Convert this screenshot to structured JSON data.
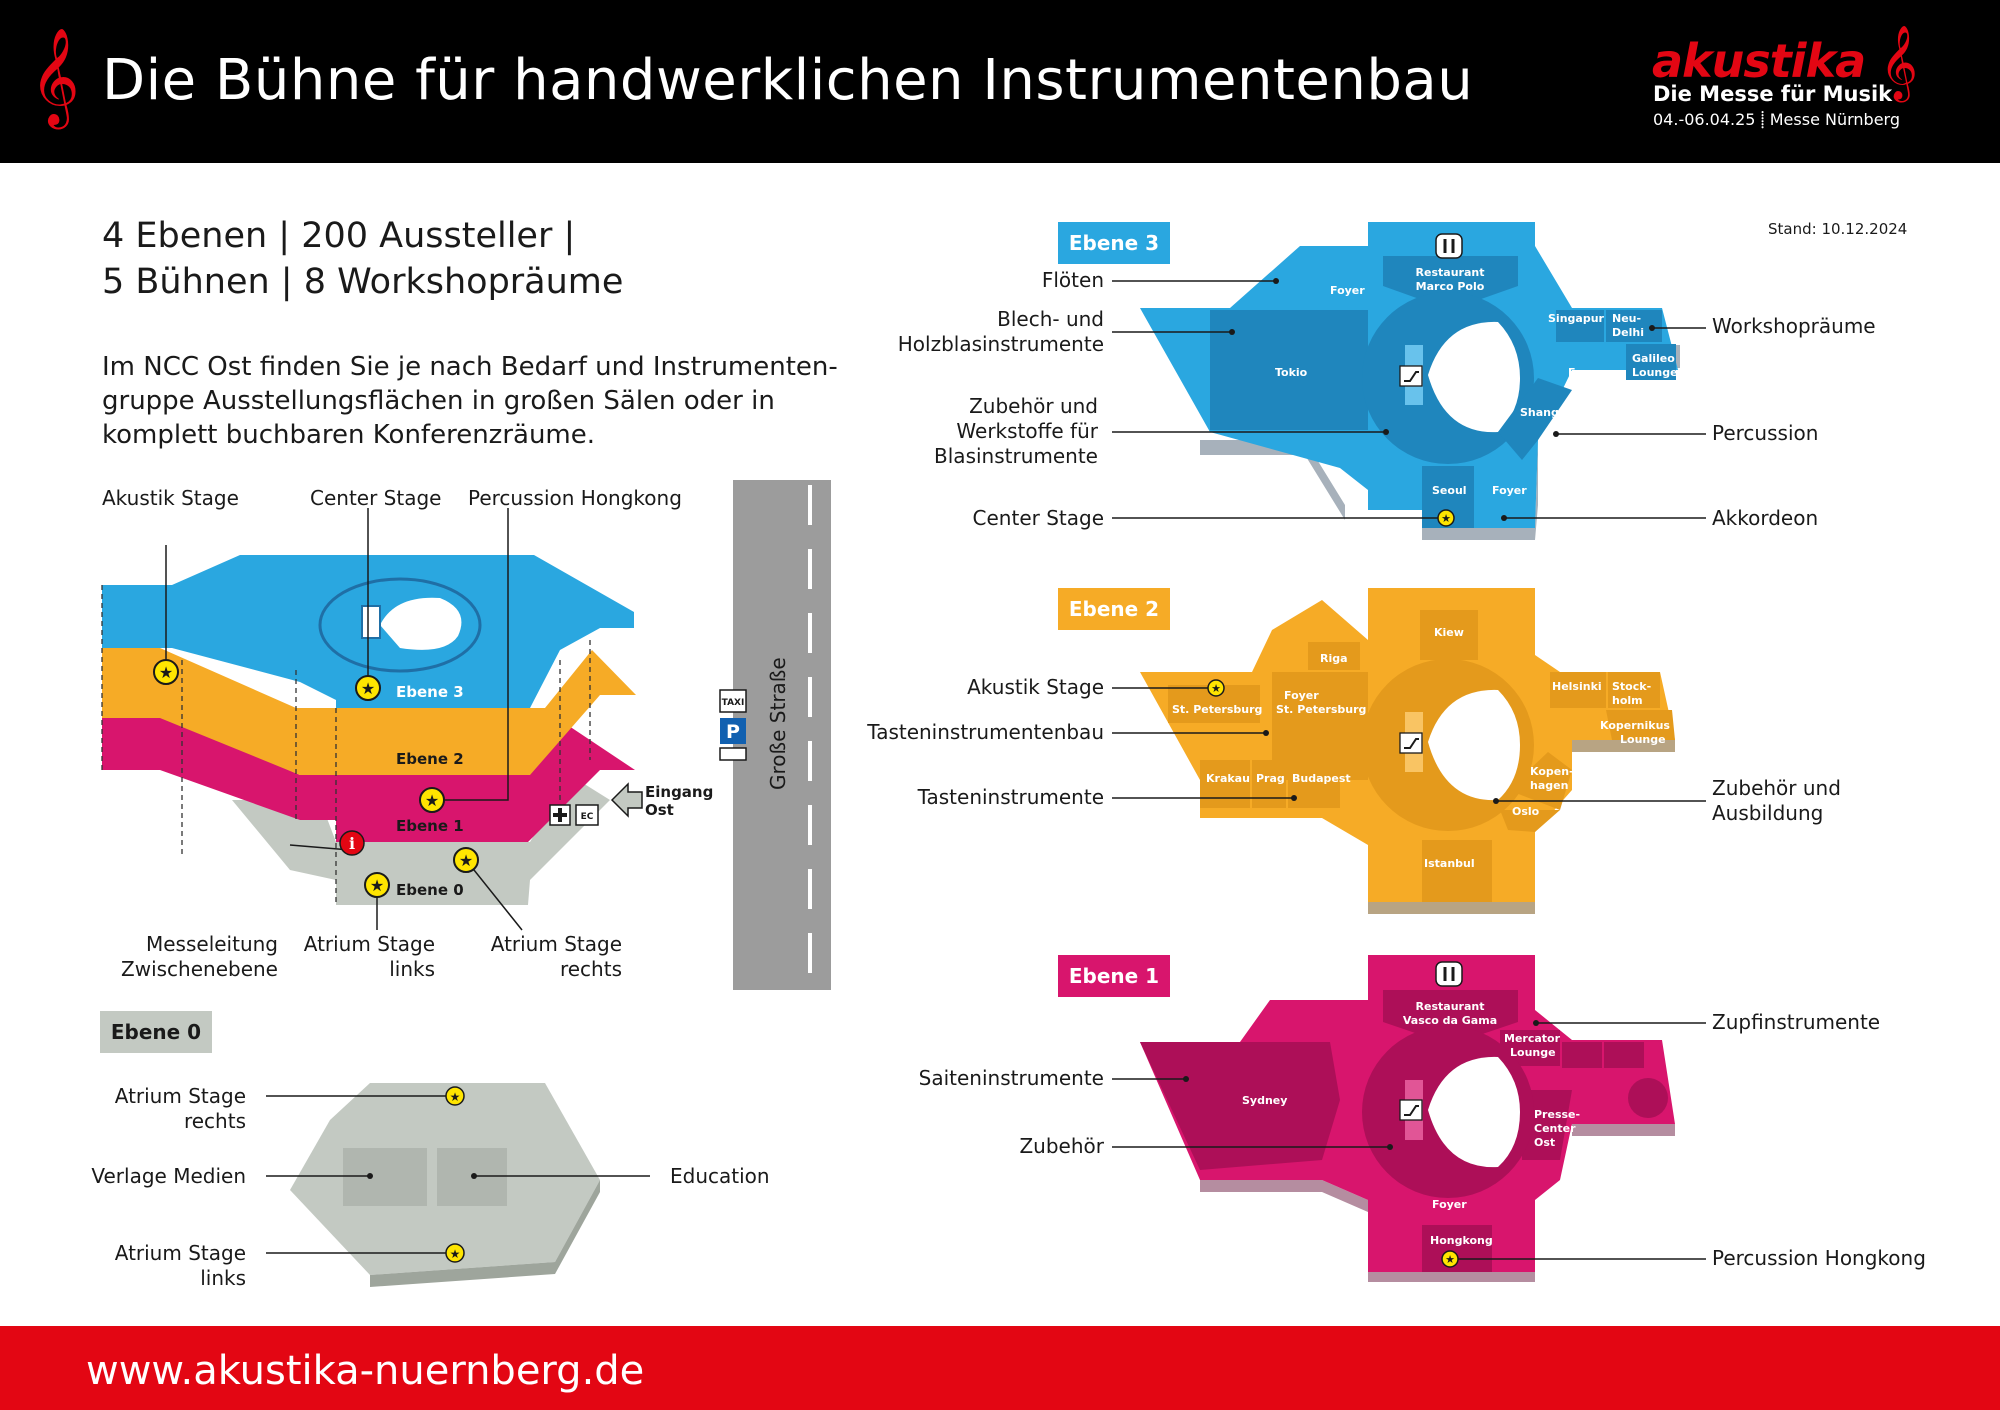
{
  "header": {
    "title": "Die Bühne für handwerklichen Instrumentenbau",
    "logo_word": "akustika",
    "logo_subtitle": "Die Messe für Musik",
    "logo_date": "04.-06.04.25 ⸽ Messe Nürnberg",
    "clef_icon": "treble-clef-icon"
  },
  "intro": {
    "stats_line1": "4 Ebenen | 200 Aussteller |",
    "stats_line2": "5 Bühnen | 8 Workshopräume",
    "text_line1": "Im NCC Ost finden Sie je nach Bedarf und Instrumenten-",
    "text_line2": "gruppe Ausstellungsflächen in großen Sälen oder in",
    "text_line3": "komplett buchbaren Konferenzräume."
  },
  "overview": {
    "callouts_top": [
      "Akustik Stage",
      "Center Stage",
      "Percussion Hongkong"
    ],
    "callouts_bottom": [
      {
        "line1": "Messeleitung",
        "line2": "Zwischenebene"
      },
      {
        "line1": "Atrium Stage",
        "line2": "links"
      },
      {
        "line1": "Atrium Stage",
        "line2": "rechts"
      }
    ],
    "level_labels": [
      "Ebene 3",
      "Ebene 2",
      "Ebene 1",
      "Ebene 0"
    ],
    "entrance_line1": "Eingang",
    "entrance_line2": "Ost",
    "ec_label": "EC",
    "street": "Große Straße",
    "taxi_label": "TAXI",
    "parking_label": "P",
    "colors": {
      "ebene3": "#2aa7e0",
      "ebene2": "#f6ab26",
      "ebene1": "#d8156d",
      "ebene0": "#c3c9c2"
    }
  },
  "ebene0": {
    "badge": "Ebene 0",
    "left_labels": [
      {
        "line1": "Atrium Stage",
        "line2": "rechts"
      },
      {
        "line1": "Verlage Medien",
        "line2": ""
      },
      {
        "line1": "Atrium Stage",
        "line2": "links"
      }
    ],
    "right_label": "Education"
  },
  "stand": "Stand: 10.12.2024",
  "ebene3": {
    "badge": "Ebene 3",
    "left_labels": [
      {
        "line1": "Flöten",
        "line2": "",
        "line3": ""
      },
      {
        "line1": "Blech- und",
        "line2": "Holzblasinstrumente",
        "line3": ""
      },
      {
        "line1": "Zubehör und",
        "line2": "Werkstoffe für",
        "line3": "Blasinstrumente"
      },
      {
        "line1": "Center Stage",
        "line2": "",
        "line3": ""
      }
    ],
    "right_labels": [
      "Workshopräume",
      "Percussion",
      "Akkordeon"
    ],
    "rooms": {
      "foyer_top": "Foyer",
      "restaurant1": "Restaurant",
      "restaurant2": "Marco Polo",
      "tokio": "Tokio",
      "singapur": "Singapur",
      "neu1": "Neu-",
      "neu2": "Delhi",
      "foyer_right": "Foyer",
      "galileo1": "Galileo",
      "galileo2": "Lounge",
      "shanghai": "Shanghai",
      "seoul": "Seoul",
      "foyer_bottom": "Foyer"
    }
  },
  "ebene2": {
    "badge": "Ebene 2",
    "left_labels": [
      "Akustik Stage",
      "Tasteninstrumentenbau",
      "Tasteninstrumente"
    ],
    "right_label_line1": "Zubehör und",
    "right_label_line2": "Ausbildung",
    "rooms": {
      "riga": "Riga",
      "kiew": "Kiew",
      "stpete": "St. Petersburg",
      "foyer1": "Foyer",
      "foyer2": "St. Petersburg",
      "helsinki": "Helsinki",
      "stock1": "Stock-",
      "stock2": "holm",
      "kop1": "Kopernikus",
      "kop2": "Lounge",
      "krakau": "Krakau",
      "prag": "Prag",
      "budapest": "Budapest",
      "kopen1": "Kopen-",
      "kopen2": "hagen",
      "oslo": "Oslo",
      "istanbul": "Istanbul"
    }
  },
  "ebene1": {
    "badge": "Ebene 1",
    "left_labels": [
      "Saiteninstrumente",
      "Zubehör"
    ],
    "right_labels": [
      "Zupfinstrumente",
      "Percussion Hongkong"
    ],
    "rooms": {
      "restaurant1": "Restaurant",
      "restaurant2": "Vasco da Gama",
      "mercator1": "Mercator",
      "mercator2": "Lounge",
      "sydney": "Sydney",
      "presse1": "Presse-",
      "presse2": "Center",
      "presse3": "Ost",
      "foyer": "Foyer",
      "hongkong": "Hongkong"
    }
  },
  "footer": {
    "url": "www.akustika-nuernberg.de"
  }
}
